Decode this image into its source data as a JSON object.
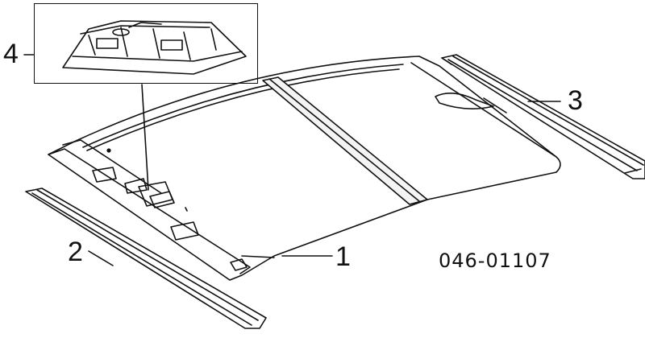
{
  "diagram": {
    "callouts": [
      {
        "id": "part-1",
        "label": "1"
      },
      {
        "id": "part-2",
        "label": "2"
      },
      {
        "id": "part-3",
        "label": "3"
      },
      {
        "id": "part-4",
        "label": "4"
      }
    ],
    "drawing_code": "046-01107",
    "line_color": "#111111",
    "background": "#ffffff"
  }
}
